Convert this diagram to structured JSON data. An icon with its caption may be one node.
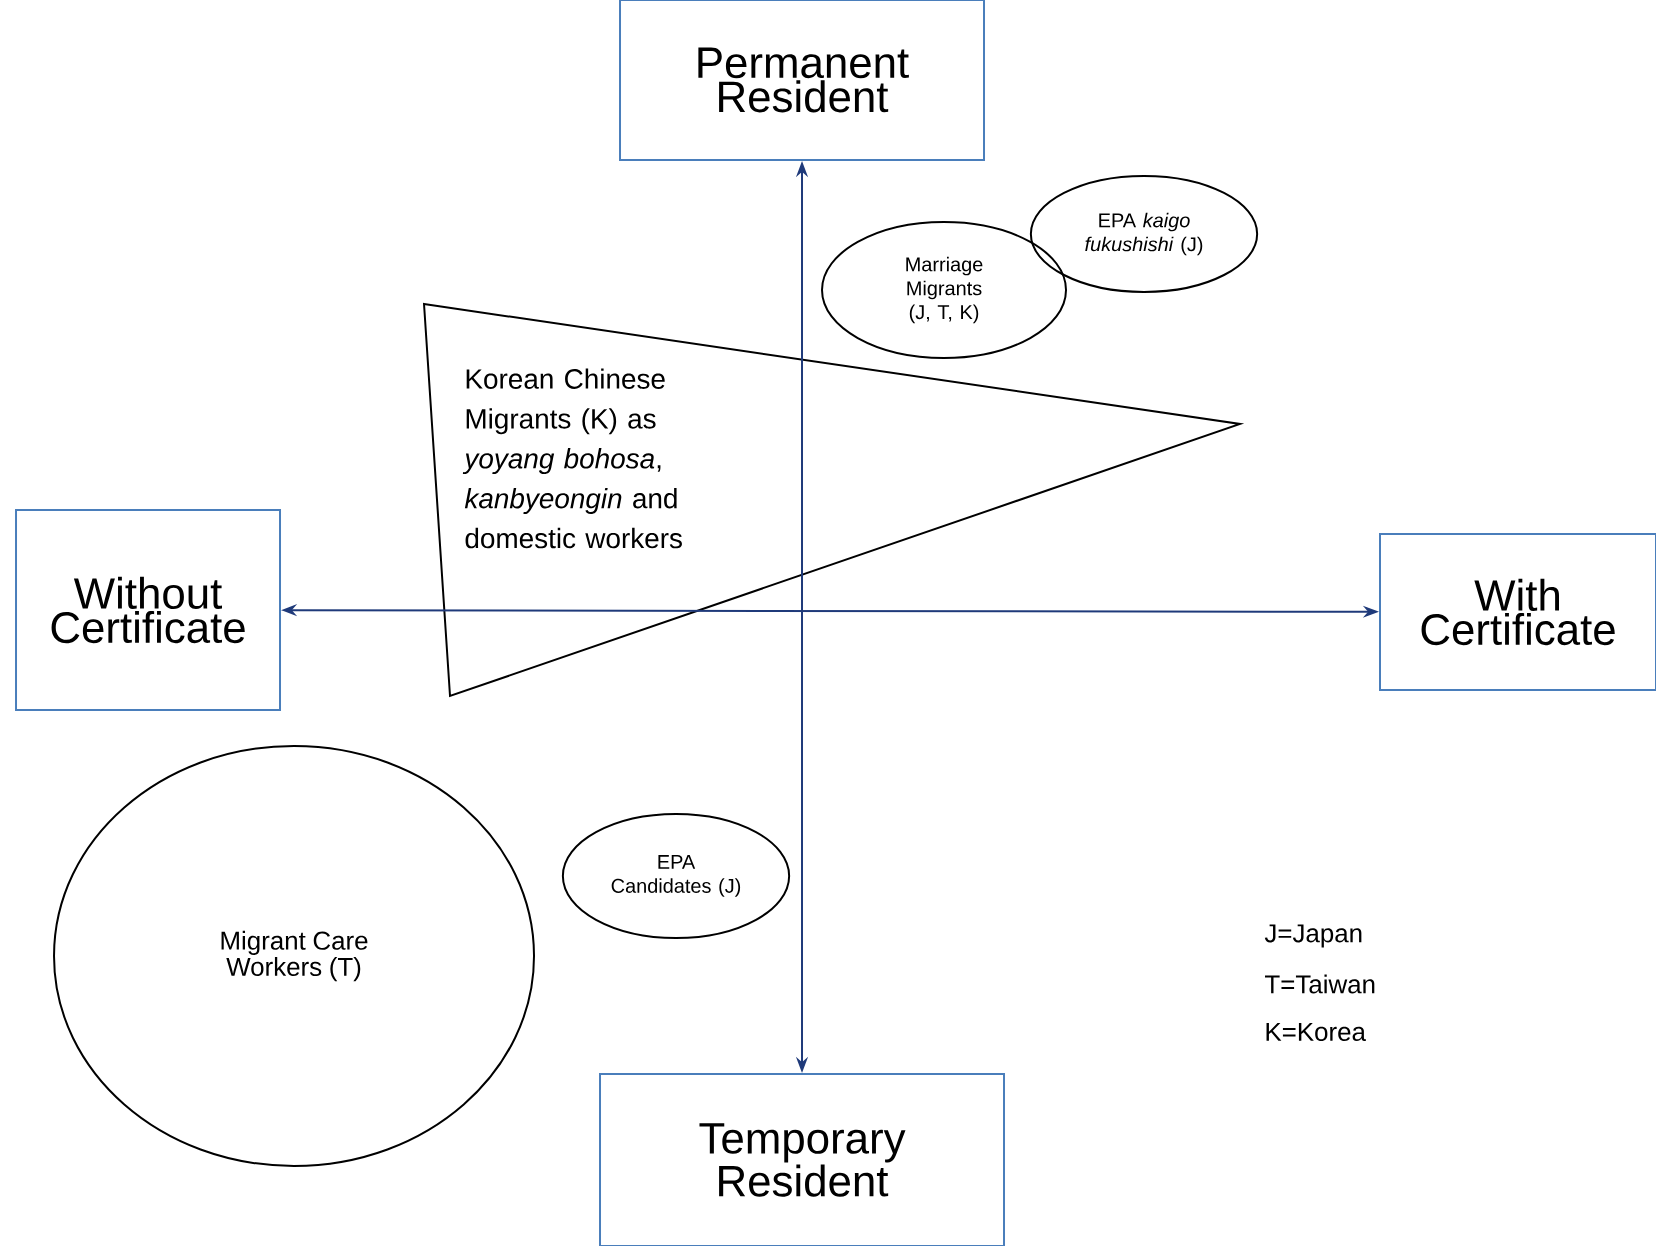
{
  "diagram": {
    "nodes": [
      {
        "text": [
          "Permanent Resident"
        ]
      },
      {
        "text": [
          "Without Certificate"
        ]
      },
      {
        "text": [
          "With Certificate"
        ]
      },
      {
        "text": [
          "Temporary Resident"
        ]
      },
      {
        "text": [
          "Marriage Migrants (J, T, K)"
        ]
      },
      {
        "text": [
          "EPA *kaigo fukushishi* (J)"
        ]
      },
      {
        "text": [
          "Korean Chinese Migrants (K) as *yoyang bohosa*, *kanbyeongin* and domestic workers"
        ]
      },
      {
        "text": [
          "Migrant Care Workers (T)"
        ]
      },
      {
        "text": [
          "EPA Candidates (J)"
        ]
      }
    ],
    "edges": [
      {
        "from": 3,
        "to": 0,
        "arrow": "both"
      },
      {
        "from": 1,
        "to": 2,
        "arrow": "both"
      }
    ],
    "labels": [
      "J=Japan",
      "T=Taiwan",
      "K=Korea"
    ]
  }
}
